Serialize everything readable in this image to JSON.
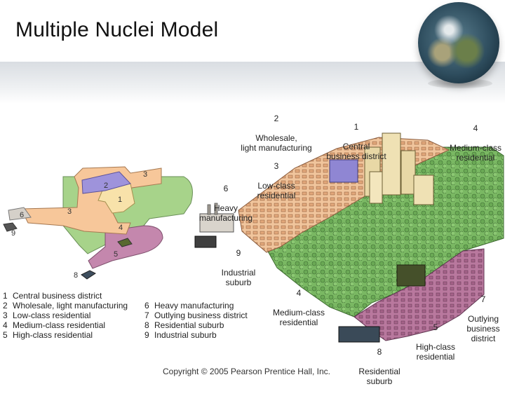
{
  "title": "Multiple Nuclei Model",
  "copyright": "Copyright © 2005 Pearson Prentice Hall, Inc.",
  "colors": {
    "cbd": "#9a8fd6",
    "wholesale": "#f7dfa7",
    "low_class": "#f6c391",
    "medium_class": "#9ccc7e",
    "high_class": "#c27fa6",
    "heavy_manufacturing": "#c9c5bd",
    "outlying_business": "#4b5d2c",
    "residential_suburb": "#3b4a58",
    "industrial_suburb": "#4a4a4a"
  },
  "map_numbers": [
    "1",
    "2",
    "3",
    "3",
    "4",
    "5",
    "6",
    "9",
    "8"
  ],
  "labels": [
    {
      "num": "2",
      "text": "Wholesale,\nlight manufacturing"
    },
    {
      "num": "1",
      "text": "Central\nbusiness district"
    },
    {
      "num": "4",
      "text": "Medium-class\nresidential"
    },
    {
      "num": "3",
      "text": "Low-class\nresidential"
    },
    {
      "num": "6",
      "text": "Heavy\nmanufacturing"
    },
    {
      "num": "9",
      "text": "Industrial\nsuburb"
    },
    {
      "num": "4",
      "text": "Medium-class\nresidential"
    },
    {
      "num": "7",
      "text": "Outlying\nbusiness\ndistrict"
    },
    {
      "num": "5",
      "text": "High-class\nresidential"
    },
    {
      "num": "8",
      "text": "Residential\nsuburb"
    }
  ],
  "legend": [
    {
      "num": "1",
      "text": "Central business district"
    },
    {
      "num": "2",
      "text": "Wholesale, light manufacturing"
    },
    {
      "num": "3",
      "text": "Low-class residential"
    },
    {
      "num": "4",
      "text": "Medium-class residential"
    },
    {
      "num": "5",
      "text": "High-class residential"
    },
    {
      "num": "6",
      "text": "Heavy manufacturing"
    },
    {
      "num": "7",
      "text": "Outlying business district"
    },
    {
      "num": "8",
      "text": "Residential suburb"
    },
    {
      "num": "9",
      "text": "Industrial suburb"
    }
  ]
}
